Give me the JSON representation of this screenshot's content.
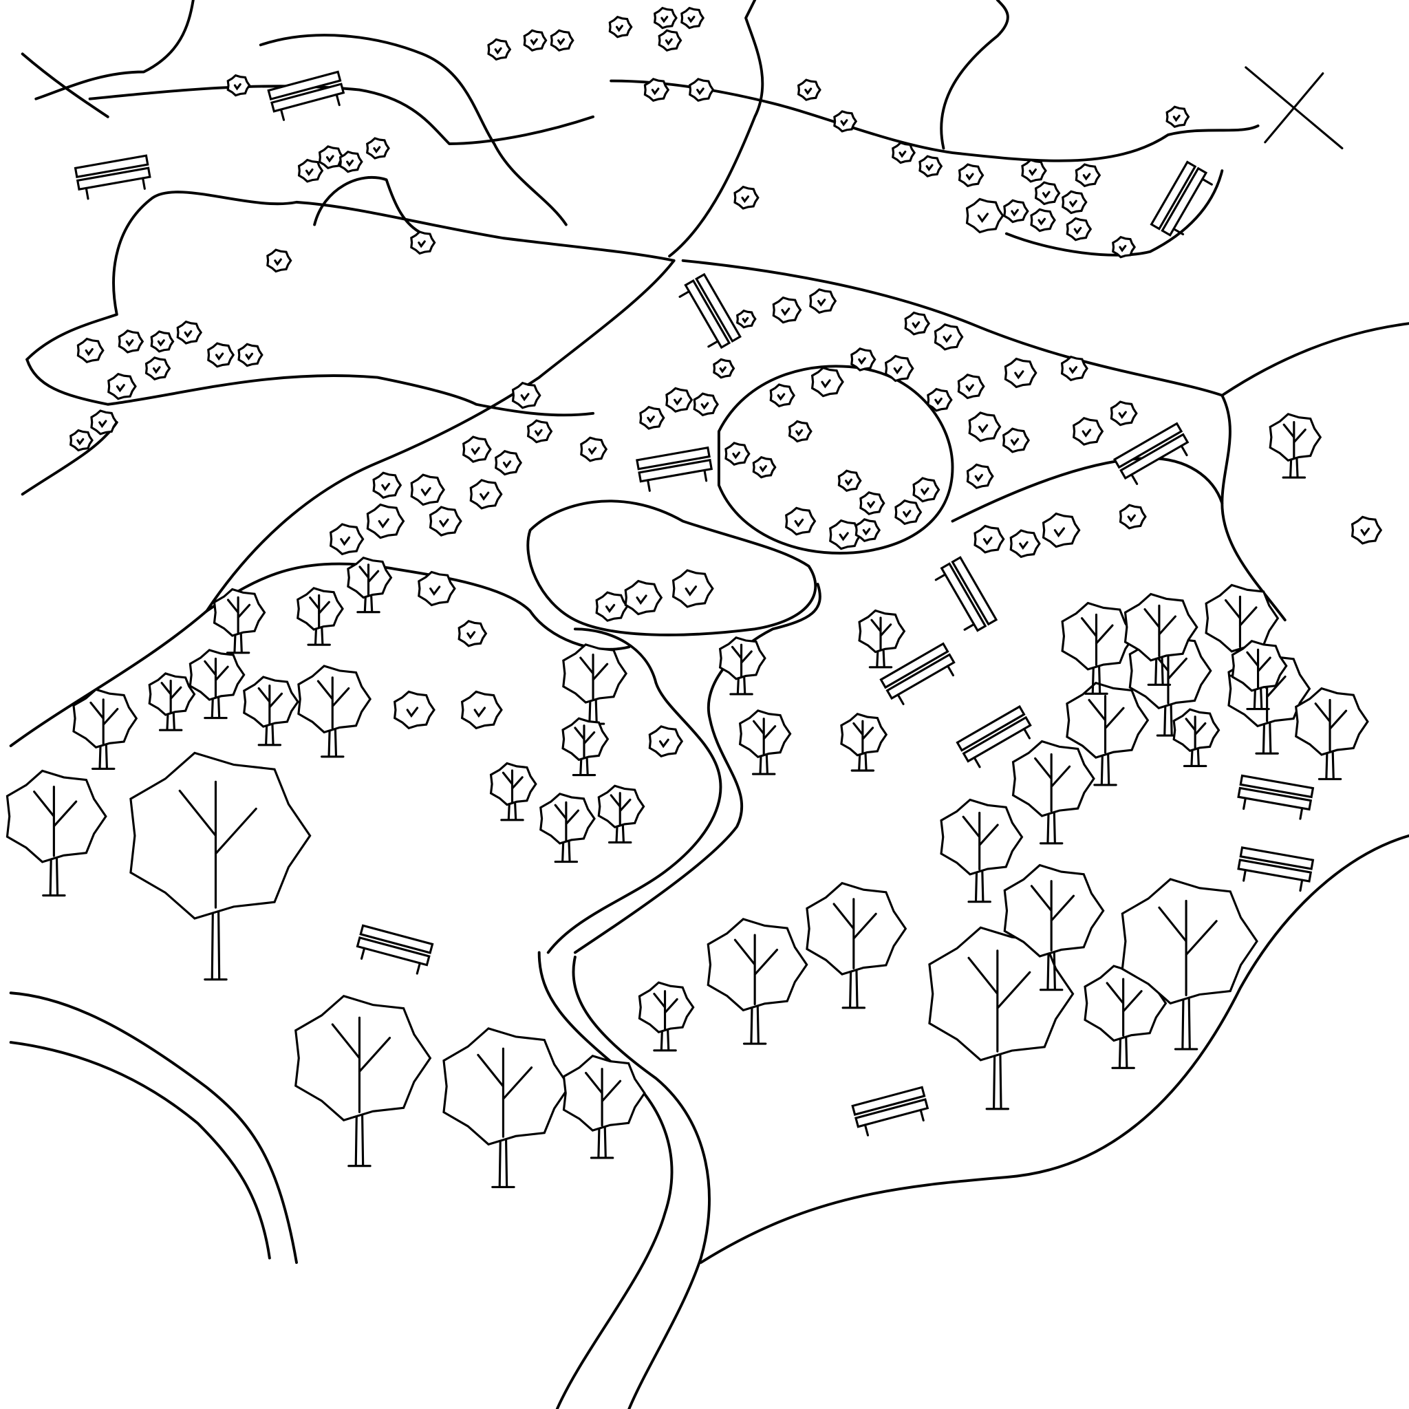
{
  "map": {
    "style": "line-art park illustration",
    "colors": {
      "background": "#ffffff",
      "ink": "#000000"
    },
    "features": {
      "paths": "path",
      "trees": "tree-icon",
      "benches": "bench-icon",
      "picnic_tables": "picnic-table-icon",
      "river_banks": "river-bank",
      "bus": "bus-icon",
      "signpost": "signpost-icon"
    }
  }
}
